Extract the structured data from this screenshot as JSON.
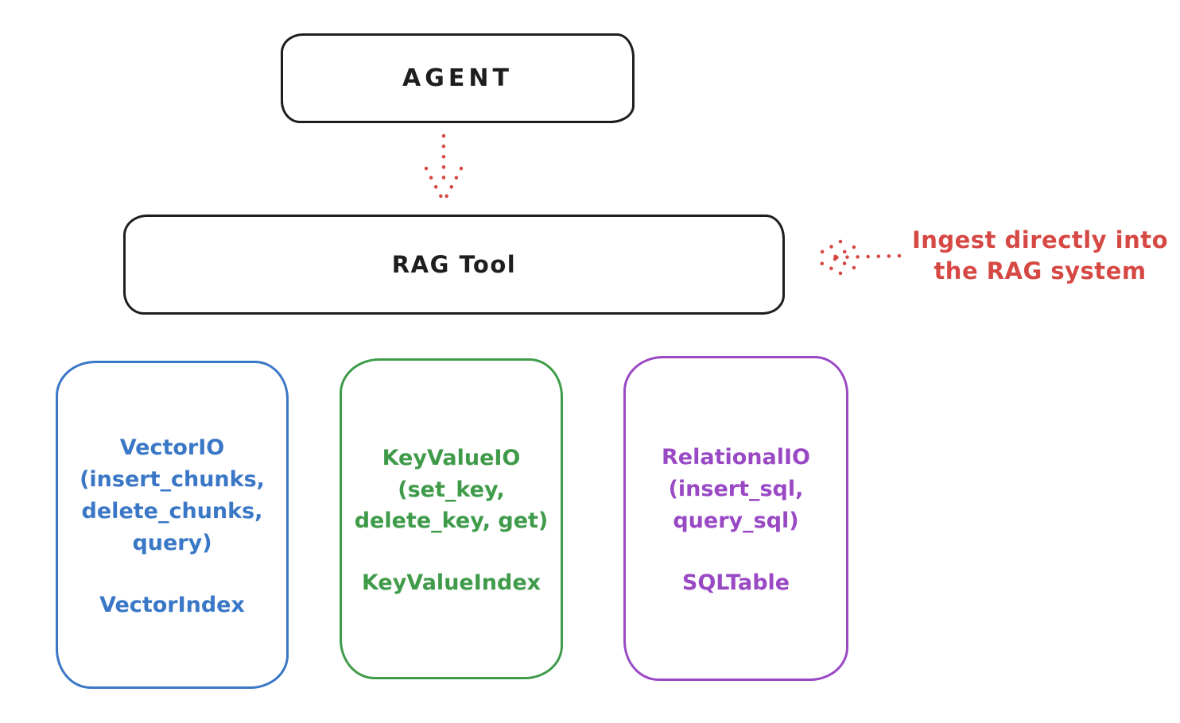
{
  "colors": {
    "ink": "#1e1e1e",
    "accent_red": "#d64843",
    "vector_blue": "#3a77c6",
    "keyvalue_green": "#3f9b4a",
    "relational_purple": "#9a49c5",
    "background": "#ffffff"
  },
  "nodes": {
    "agent": {
      "label": "AGENT"
    },
    "rag_tool": {
      "label": "RAG Tool"
    }
  },
  "annotation": {
    "text": "Ingest directly into\nthe RAG system"
  },
  "backends": [
    {
      "name": "vector-io",
      "color": "#3a77c6",
      "api": "VectorIO\n(insert_chunks,\ndelete_chunks,\nquery)",
      "index": "VectorIndex"
    },
    {
      "name": "keyvalue-io",
      "color": "#3f9b4a",
      "api": "KeyValueIO\n(set_key,\ndelete_key, get)",
      "index": "KeyValueIndex"
    },
    {
      "name": "relational-io",
      "color": "#9a49c5",
      "api": "RelationalIO\n(insert_sql,\nquery_sql)",
      "index": "SQLTable"
    }
  ]
}
